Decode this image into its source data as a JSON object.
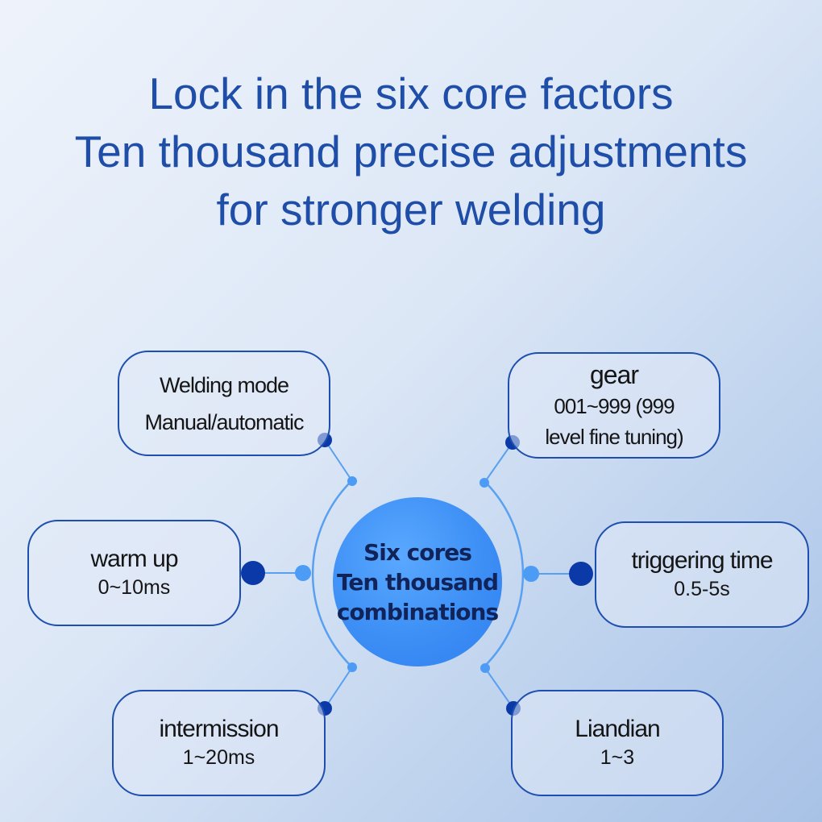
{
  "headline": {
    "line1": "Lock in the six core factors",
    "line2": "Ten thousand precise adjustments",
    "line3": "for stronger welding"
  },
  "center": {
    "line1": "Six cores",
    "line2": "Ten thousand",
    "line3": "combinations"
  },
  "factors": {
    "welding_mode": {
      "title": "Welding mode",
      "value": "Manual/automatic"
    },
    "gear": {
      "title": "gear",
      "value_line1": "001~999 (999",
      "value_line2": "level fine tuning)"
    },
    "warm_up": {
      "title": "warm up",
      "value": "0~10ms"
    },
    "triggering_time": {
      "title": "triggering time",
      "value": "0.5-5s"
    },
    "intermission": {
      "title": "intermission",
      "value": "1~20ms"
    },
    "liandian": {
      "title": "Liandian",
      "value": "1~3"
    }
  },
  "colors": {
    "headline": "#1f4ea8",
    "box_border": "#1f4fae",
    "connector_line": "#5aa0f0",
    "connector_dot_light": "#4c9cf5",
    "connector_dot_dark": "#0b3aa8",
    "center_fill": "#3d8ff5",
    "center_text": "#10245a"
  }
}
